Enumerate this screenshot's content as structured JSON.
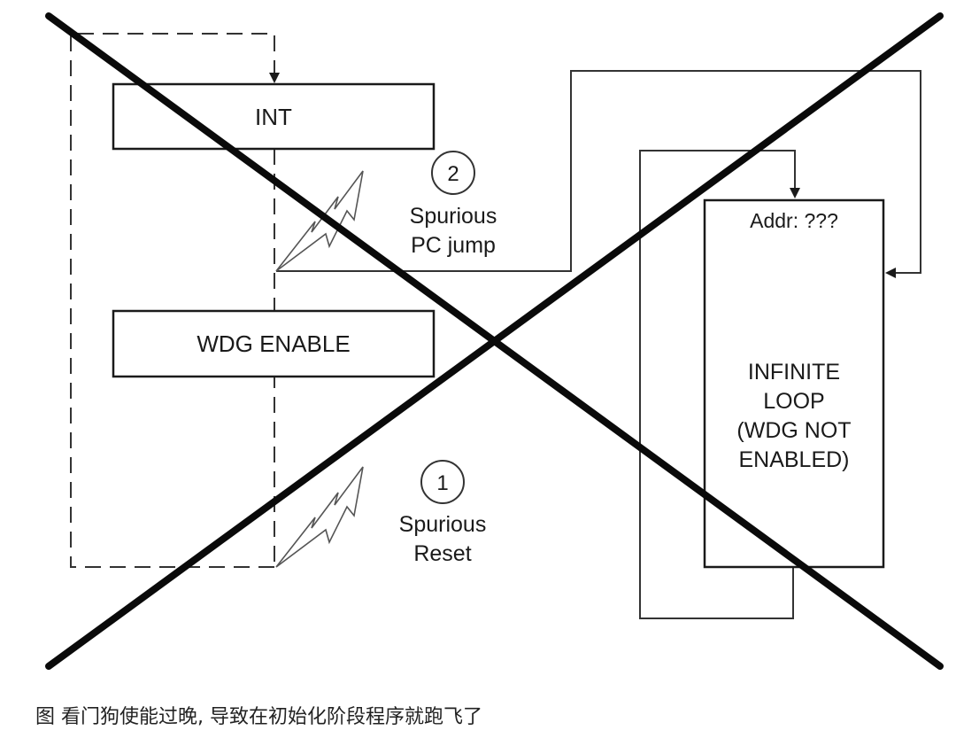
{
  "diagram": {
    "blocks": {
      "int": "INT",
      "wdg_enable": "WDG ENABLE",
      "loop_addr": "Addr: ???",
      "loop_body": [
        "INFINITE",
        "LOOP",
        "(WDG NOT",
        "ENABLED)"
      ]
    },
    "events": {
      "pc_jump": {
        "number": "2",
        "lines": [
          "Spurious",
          "PC jump"
        ]
      },
      "reset": {
        "number": "1",
        "lines": [
          "Spurious",
          "Reset"
        ]
      }
    }
  },
  "caption": "图  看门狗使能过晚, 导致在初始化阶段程序就跑飞了"
}
